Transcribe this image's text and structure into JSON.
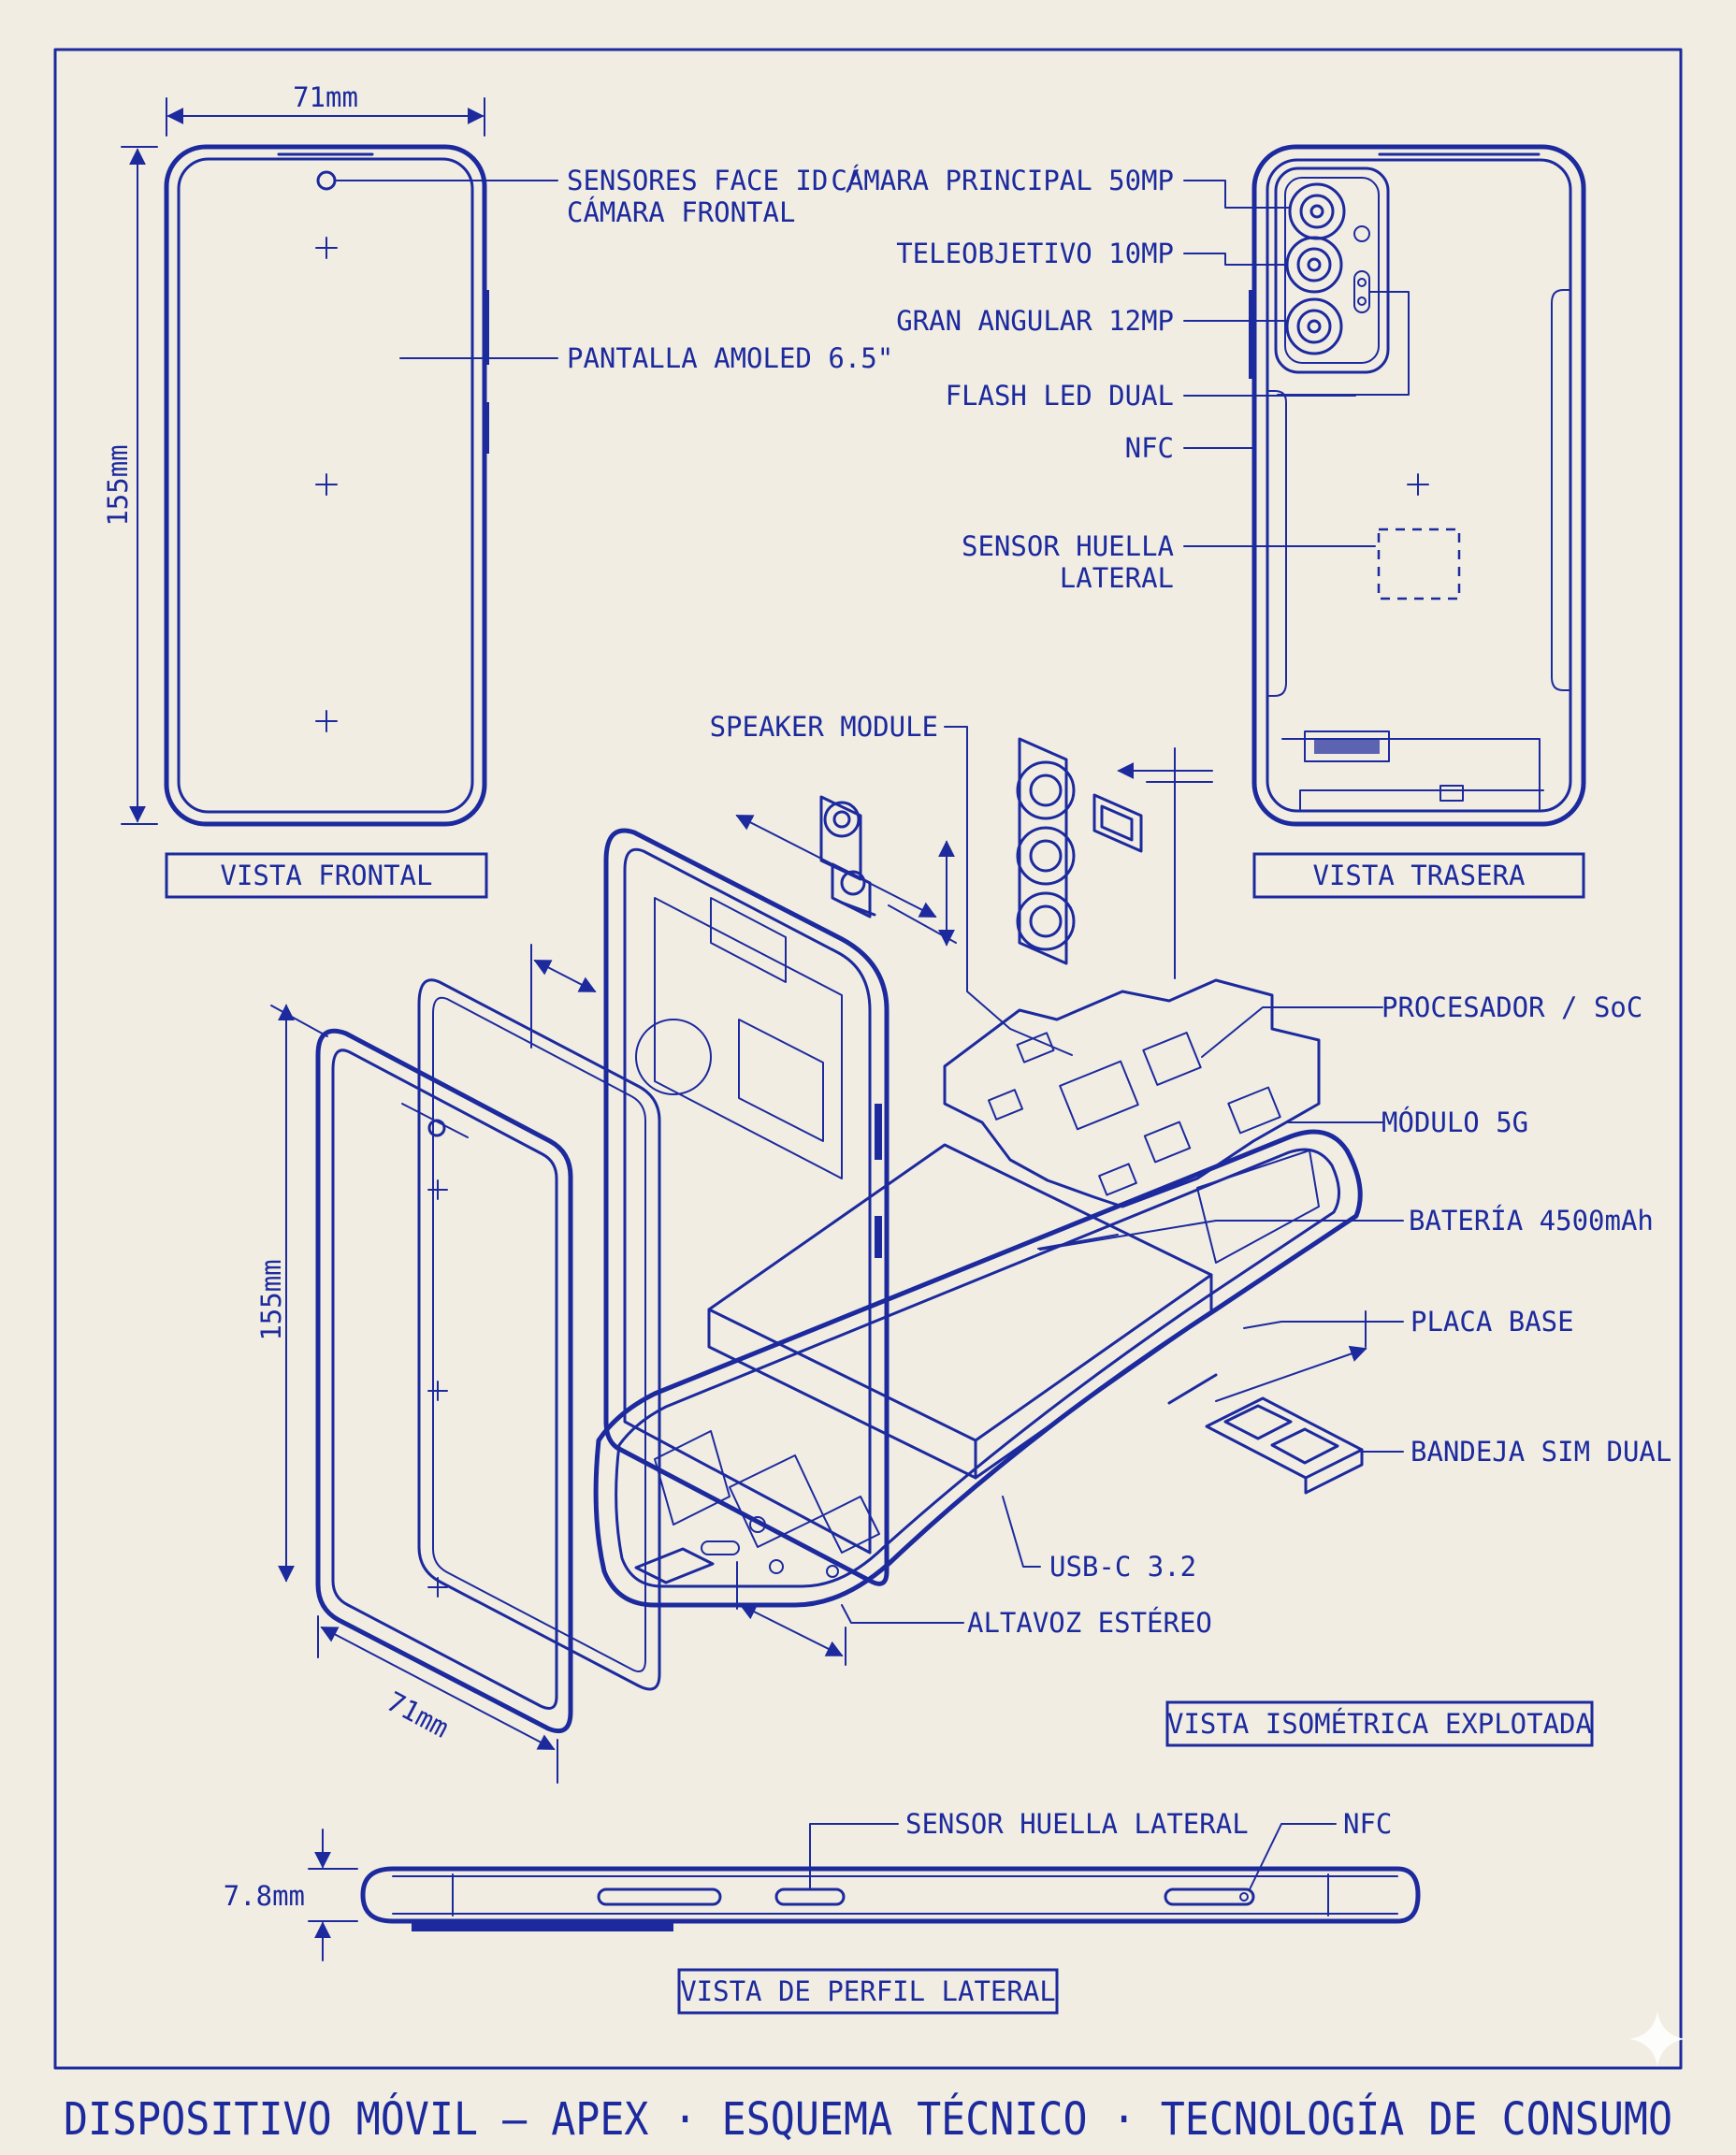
{
  "colors": {
    "paper": "#f1ede2",
    "ink": "#1c2a9e"
  },
  "front_view": {
    "title": "VISTA FRONTAL",
    "width_dim": "71mm",
    "height_dim": "155mm",
    "callouts": {
      "face_id_1": "SENSORES FACE ID /",
      "face_id_2": "CÁMARA FRONTAL",
      "screen": "PANTALLA AMOLED 6.5\""
    }
  },
  "rear_view": {
    "title": "VISTA TRASERA",
    "callouts": {
      "main_cam": "CÁMARA PRINCIPAL 50MP",
      "tele": "TELEOBJETIVO 10MP",
      "wide": "GRAN ANGULAR 12MP",
      "flash": "FLASH LED DUAL",
      "nfc": "NFC",
      "fp_1": "SENSOR HUELLA",
      "fp_2": "LATERAL"
    }
  },
  "exploded_view": {
    "title": "VISTA ISOMÉTRICA EXPLOTADA",
    "height_dim": "155mm",
    "width_dim": "71mm",
    "callouts": {
      "speaker": "SPEAKER MODULE",
      "soc": "PROCESADOR / SoC",
      "modem": "MÓDULO 5G",
      "battery": "BATERÍA 4500mAh",
      "board": "PLACA BASE",
      "sim": "BANDEJA SIM DUAL",
      "usb": "USB-C 3.2",
      "stereo": "ALTAVOZ ESTÉREO"
    }
  },
  "side_view": {
    "title": "VISTA DE PERFIL LATERAL",
    "thickness_dim": "7.8mm",
    "callouts": {
      "fp": "SENSOR HUELLA LATERAL",
      "nfc": "NFC"
    }
  },
  "footer": {
    "caption": "DISPOSITIVO MÓVIL — APEX · ESQUEMA TÉCNICO · TECNOLOGÍA DE CONSUMO"
  }
}
